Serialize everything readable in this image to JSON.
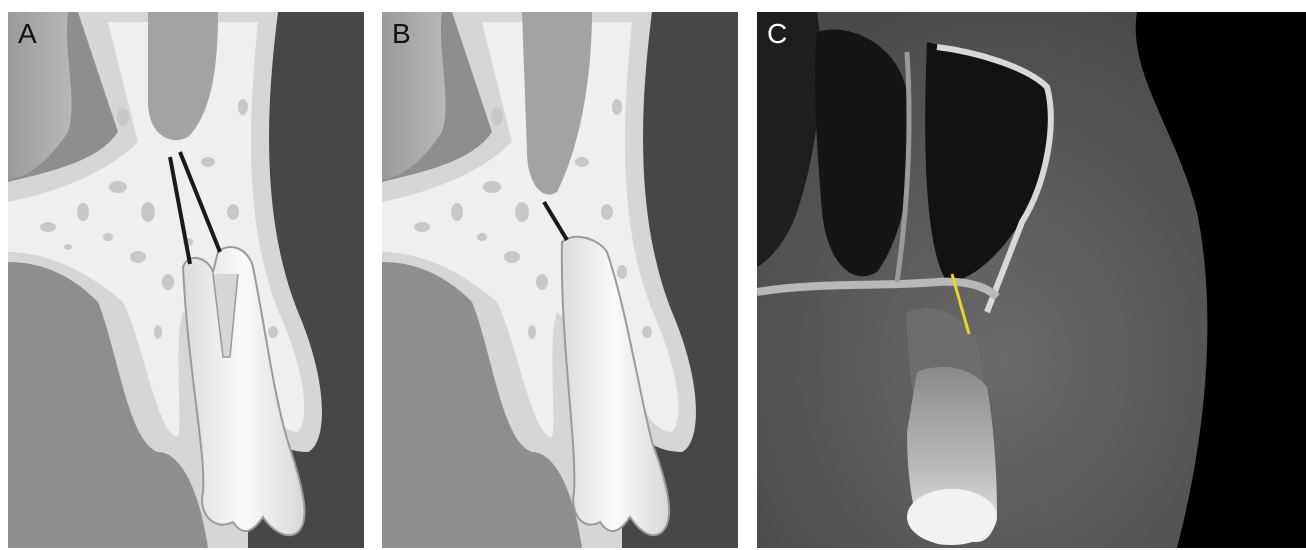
{
  "panels": [
    {
      "label": "A",
      "content": "illustration-two-root-canals-to-sinus-floor"
    },
    {
      "label": "B",
      "content": "illustration-single-root-canal-to-sinus-floor"
    },
    {
      "label": "C",
      "content": "cbct-coronal-slice-with-measurement"
    }
  ],
  "colors": {
    "bone": "#d6d6d6",
    "cancellous": "#efefef",
    "soft_tissue": "#8e8e8e",
    "background_dark": "#474747",
    "sinus": "#a9a9a9",
    "tooth": "#f5f5f5",
    "measure_line_illustration": "#1a1a1a",
    "measure_line_ct": "#e8d62a"
  }
}
